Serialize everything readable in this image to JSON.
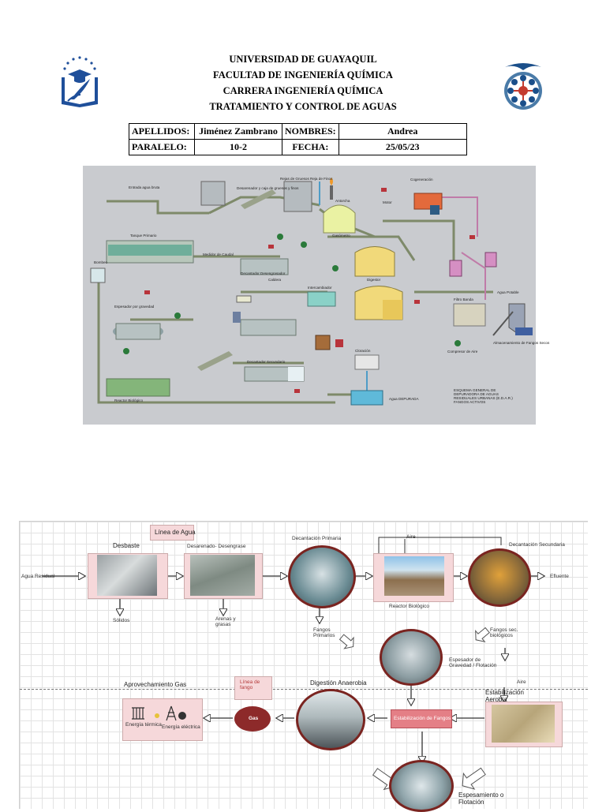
{
  "header": {
    "university": "UNIVERSIDAD DE GUAYAQUIL",
    "faculty": "FACULTAD DE INGENIERÍA QUÍMICA",
    "career": "CARRERA INGENIERÍA QUÍMICA",
    "subject": "TRATAMIENTO Y CONTROL DE AGUAS"
  },
  "info_table": {
    "apellidos_label": "APELLIDOS:",
    "apellidos_value": "Jiménez Zambrano",
    "nombres_label": "NOMBRES:",
    "nombres_value": "Andrea",
    "paralelo_label": "PARALELO:",
    "paralelo_value": "10-2",
    "fecha_label": "FECHA:",
    "fecha_value": "25/05/23"
  },
  "plant": {
    "labels": {
      "entrada": "Entrada agua bruta",
      "rejas": "Rejas de Gruesos Reja de Finos",
      "bombeo": "Bombeo",
      "desarenador": "Desarenador y caja de gruesos y finos",
      "tanque_prim": "Tanque Primario",
      "medidor": "Medidor de Caudal",
      "decant_prim": "Decantador Desengrasador",
      "gasometro": "Gasómetro",
      "antorcha": "Antorcha",
      "cogeneracion": "Cogeneración",
      "motor": "Motor",
      "digestor": "Digestor",
      "calderas": "Caldera",
      "intercambiador": "Intercambiador",
      "espesador": "Espesador por gravedad",
      "decant_sec": "Decantador Secundario",
      "reactor": "Reactor Biológico",
      "agua_depurada": "Agua DEPURADA",
      "cloracion": "Cloración",
      "agua_reuso": "Agua Potable",
      "esquema": "ESQUEMA GENERAL DE DEPURADORA DE AGUAS RESIDUALES URBANAS (E.D.A.R.) FANGOS ACTIVOS",
      "almacen": "Almacenamiento de Fangos Secos",
      "secado": "Filtro Banda",
      "soplantes": "Compresor de Aire"
    }
  },
  "diagram": {
    "title_agua": "Línea de Agua",
    "title_fango": "Línea de\nfango",
    "agua_residual": "Agua Residual",
    "desbaste": "Desbaste",
    "solidos": "Sólidos",
    "desarenado": "Desarenado- Desengrase",
    "arenas": "Arenas y\ngrasas",
    "decant_primaria": "Decantación Primaria",
    "fangos_primarios": "Fangos\nPrimarios",
    "aire1": "Aire",
    "reactor_biologico": "Reactor Biológico",
    "decant_secundaria": "Decantación Secundaria",
    "efluente": "Efluente",
    "fangos_secund": "Fangos sec.\nbiológicos",
    "espesador": "Espesador de\nGravedad / Flotación",
    "aire2": "Aire",
    "estab_aerobia": "Estabilización\nAerobia",
    "aprovechamiento": "Aprovechamiento Gas",
    "digestion": "Digestión Anaerobia",
    "gas": "Gas",
    "energia_termica": "Energía térmica",
    "energia_electrica": "Energía eléctrica",
    "estab_fangos": "Estabilización de Fangos",
    "espesamiento": "Espesamiento o\nFlotación"
  }
}
